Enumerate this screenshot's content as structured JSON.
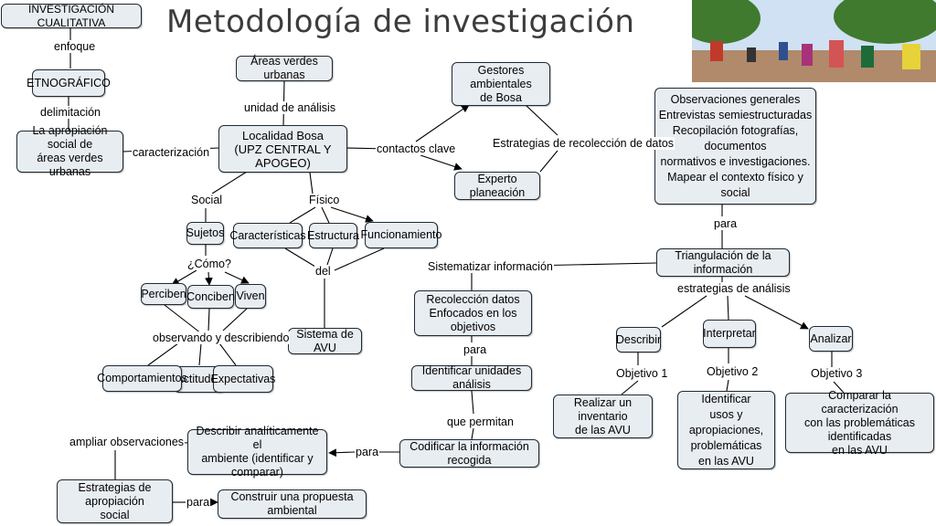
{
  "title": "Metodología de investigación",
  "photo": {
    "sky": "#cfe1f2",
    "ground": "#b08a6a",
    "foliage": "#3f7a2e"
  },
  "nodes": {
    "inv_cualitativa": "INVESTIGACIÓN CUALITATIVA",
    "etnografico": "ETNOGRÁFICO",
    "apropiacion": "La apropiación social de\náreas verdes urbanas",
    "areas_verdes": "Áreas verdes urbanas",
    "localidad": "Localidad Bosa\n(UPZ CENTRAL Y APOGEO)",
    "gestores": "Gestores ambientales\nde Bosa",
    "experto": "Experto planeación",
    "observaciones": "Observaciones generales\nEntrevistas semiestructuradas\nRecopilación fotografías, documentos\nnormativos e investigaciones.\nMapear el contexto físico y social",
    "sujetos": "Sujetos",
    "caracteristicas": "Características",
    "estructura": "Estructura",
    "funcionamiento": "Funcionamiento",
    "perciben": "Perciben",
    "conciben": "Conciben",
    "viven": "Viven",
    "sistema_avu": "Sistema de AVU",
    "comportamientos": "Comportamientos",
    "actitudes": "Actitudes",
    "expectativas": "Expectativas",
    "triangulacion": "Triangulación de la información",
    "recoleccion": "Recolección datos\nEnfocados en los objetivos",
    "identificar_unidades": "Identificar unidades análisis",
    "codificar": "Codificar la información recogida",
    "describir_analiticamente": "Describir analíticamente el\nambiente (identificar y comparar)",
    "estrategias_apropiacion": "Estrategias de apropiación\nsocial",
    "propuesta": "Construir una propuesta ambiental",
    "describir": "Describir",
    "interpretar": "Interpretar",
    "analizar": "Analizar",
    "inventario": "Realizar un inventario\nde las AVU",
    "identificar_usos": "Identificar\nusos y apropiaciones,\nproblemáticas\nen las AVU",
    "comparar": "Comparar la caracterización\ncon las problemáticas identificadas\nen las AVU"
  },
  "labels": {
    "enfoque": "enfoque",
    "delimitacion": "delimitación",
    "caracterizacion": "caracterización",
    "unidad_analisis": "unidad de análisis",
    "contactos_clave": "contactos clave",
    "estrategias_recoleccion": "Estrategias de recolección de datos",
    "social": "Social",
    "fisico": "Físico",
    "como": "¿Cómo?",
    "del": "del",
    "observando": "observando y describiendo",
    "para_obs": "para",
    "sistematizar": "Sistematizar información",
    "estrategias_analisis": "estrategias de análisis",
    "para_rec": "para",
    "que_permitan": "que permitan",
    "para_cod": "para",
    "ampliar": "ampliar observaciones",
    "para_est": "para",
    "objetivo1": "Objetivo 1",
    "objetivo2": "Objetivo 2",
    "objetivo3": "Objetivo 3"
  }
}
